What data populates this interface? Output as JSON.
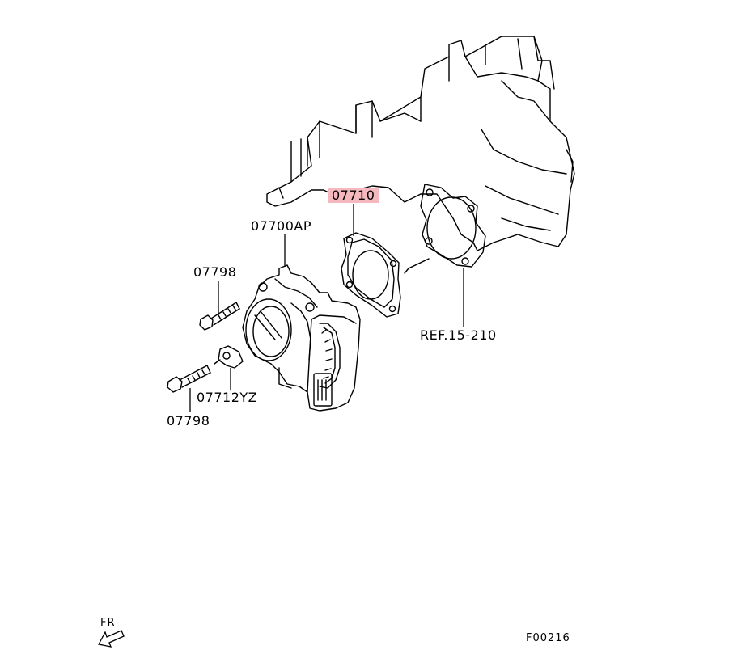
{
  "labels": {
    "gasket_highlighted": "07710",
    "throttle_body": "07700AP",
    "bolt_upper": "07798",
    "bolt_lower": "07798",
    "bracket": "07712YZ",
    "reference": "REF.15-210",
    "front_indicator": "FR",
    "figure_code": "F00216"
  },
  "colors": {
    "highlight": "#f4b8be",
    "line": "#000000"
  }
}
